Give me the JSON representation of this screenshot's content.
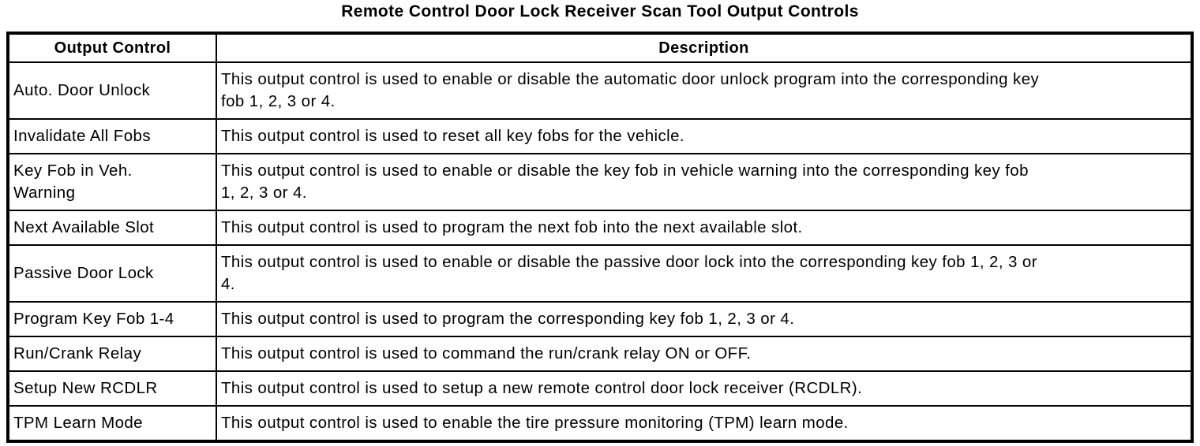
{
  "title": "Remote Control Door Lock Receiver Scan Tool Output Controls",
  "table": {
    "headers": [
      "Output Control",
      "Description"
    ],
    "rows": [
      {
        "control": "Auto. Door Unlock",
        "description": "This output control is used to enable or disable the automatic door unlock program into the corresponding key\nfob 1, 2, 3 or 4."
      },
      {
        "control": "Invalidate All Fobs",
        "description": "This output control is used to reset all key fobs for the vehicle."
      },
      {
        "control": "Key Fob in Veh.\nWarning",
        "description": "This output control is used to enable or disable the key fob in vehicle warning into the corresponding key fob\n1, 2, 3 or 4."
      },
      {
        "control": "Next Available Slot",
        "description": "This output control is used to program the next fob into the next available slot."
      },
      {
        "control": "Passive Door Lock",
        "description": "This output control is used to enable or disable the passive door lock into the corresponding key fob 1, 2, 3 or\n4."
      },
      {
        "control": "Program Key Fob 1-4",
        "description": "This output control is used to program the corresponding key fob 1, 2, 3 or 4."
      },
      {
        "control": "Run/Crank Relay",
        "description": "This output control is used to command the run/crank relay ON or OFF."
      },
      {
        "control": "Setup New RCDLR",
        "description": "This output control is used to setup a new remote control door lock receiver (RCDLR)."
      },
      {
        "control": "TPM Learn Mode",
        "description": "This output control is used to enable the tire pressure monitoring (TPM) learn mode."
      }
    ]
  }
}
